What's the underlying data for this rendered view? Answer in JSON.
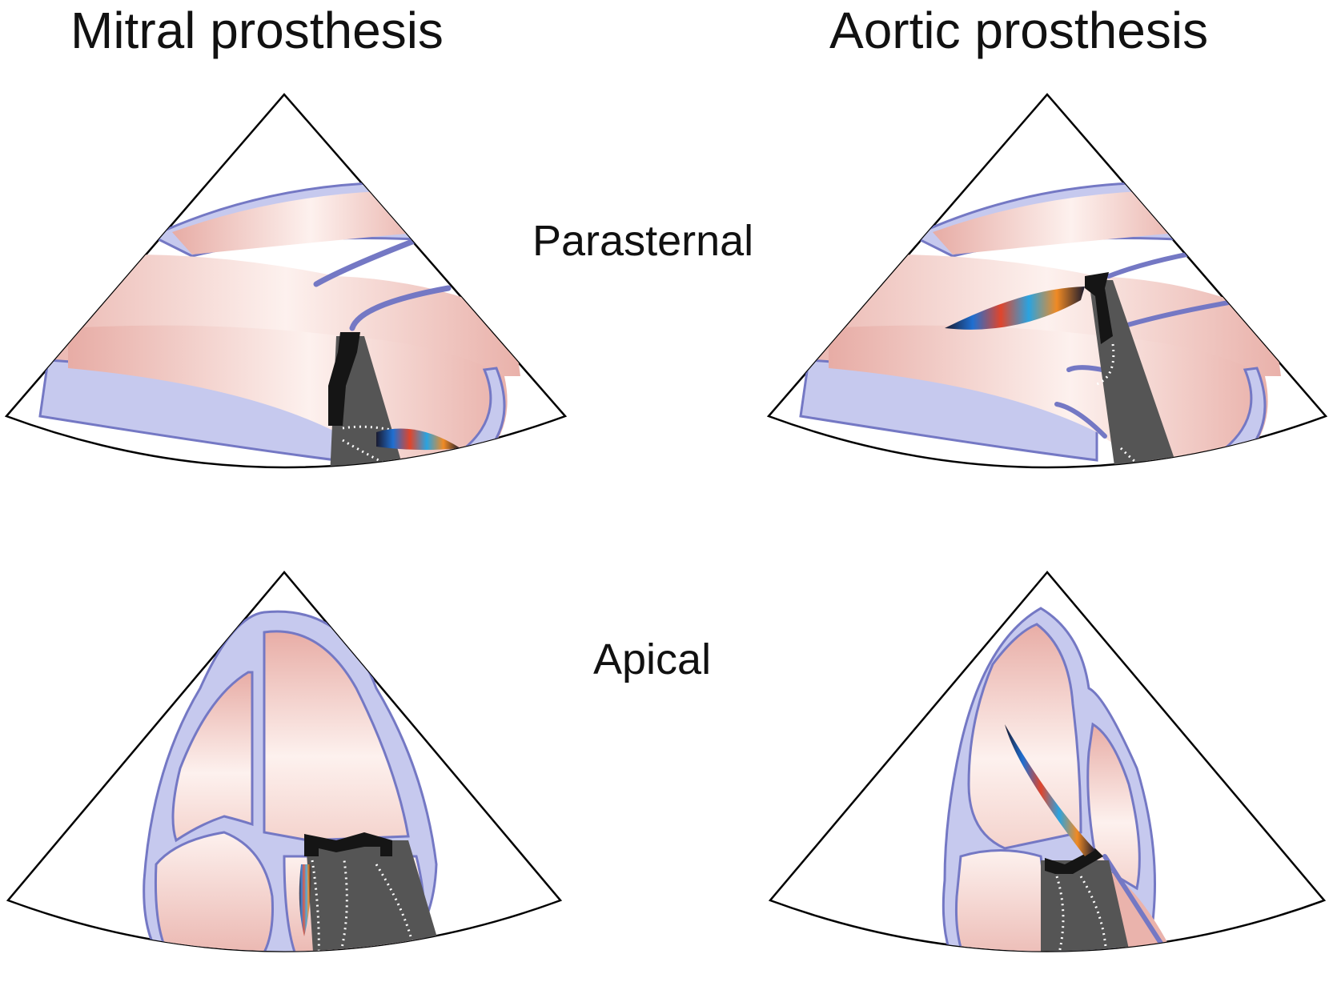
{
  "columns": {
    "left": "Mitral prosthesis",
    "right": "Aortic prosthesis"
  },
  "rows": {
    "top": "Parasternal",
    "bottom": "Apical"
  },
  "colors": {
    "wall": "#c6c9ee",
    "wall_edge": "#7478c4",
    "chamber_deep": "#e9b3ac",
    "chamber_light": "#fdf2ef",
    "shadow": "#555555",
    "prosthesis": "#151515",
    "outline": "#000000"
  }
}
